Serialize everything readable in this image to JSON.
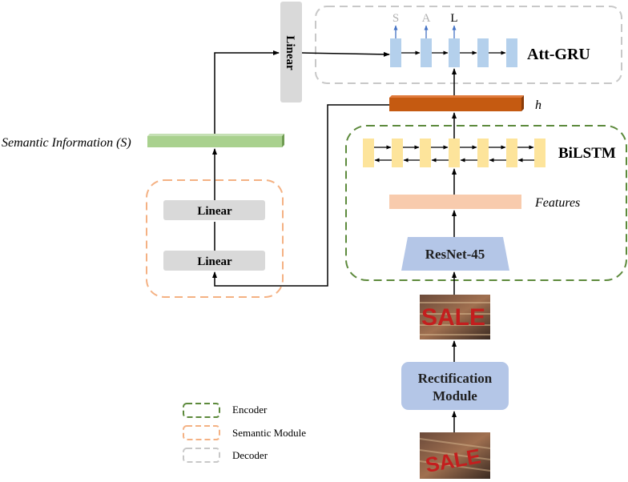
{
  "diagram": {
    "decoder_linear": "Linear",
    "att_gru": "Att-GRU",
    "output_chars": [
      "S",
      "A",
      "L"
    ],
    "hidden_state": "h",
    "bilstm": "BiLSTM",
    "features": "Features",
    "resnet": "ResNet-45",
    "rectification_line1": "Rectification",
    "rectification_line2": "Module",
    "semantic_information": "Semantic Information (S)",
    "semantic_linear_top": "Linear",
    "semantic_linear_bottom": "Linear",
    "image_text": "SALE"
  },
  "legend": {
    "items": [
      {
        "label": "Encoder",
        "color": "#5d8a3c"
      },
      {
        "label": "Semantic Module",
        "color": "#f4b183"
      },
      {
        "label": "Decoder",
        "color": "#c8c8c8"
      }
    ]
  },
  "colors": {
    "encoder_border": "#5d8a3c",
    "semantic_border": "#f4b183",
    "decoder_border": "#c8c8c8",
    "gru_cell": "#b4d0ec",
    "lstm_cell": "#fde49b",
    "h_bar": "#c55a11",
    "features_bar": "#f8cbad",
    "semantic_bar": "#a9d18e",
    "module_box": "#b4c6e7",
    "linear_box": "#d9d9d9",
    "output_arrow": "#4472c4"
  }
}
